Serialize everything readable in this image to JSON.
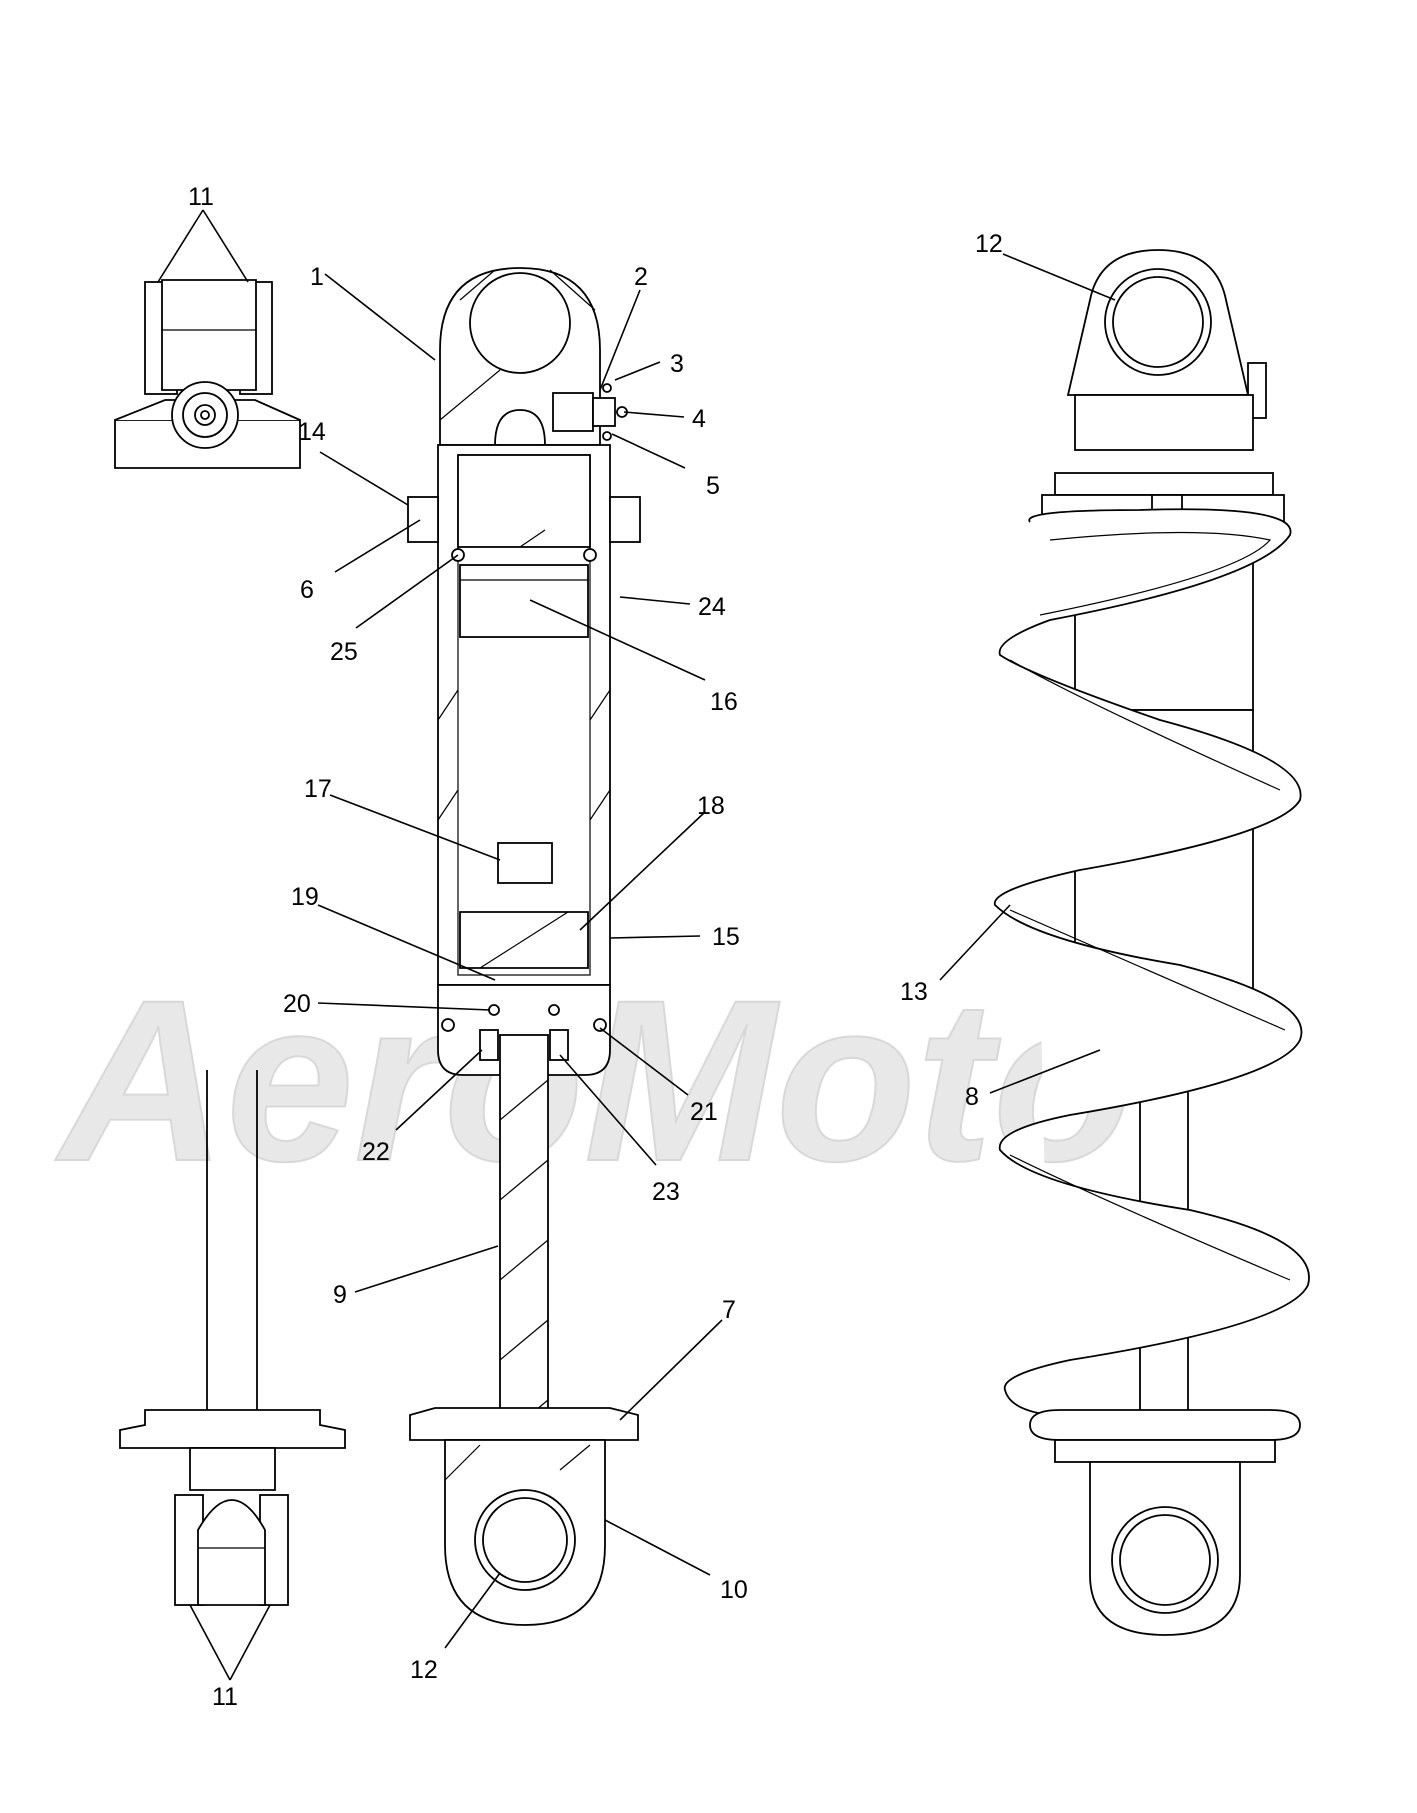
{
  "watermark": "AeroMoto",
  "callouts": [
    {
      "id": "c1",
      "text": "1"
    },
    {
      "id": "c2",
      "text": "2"
    },
    {
      "id": "c3",
      "text": "3"
    },
    {
      "id": "c4",
      "text": "4"
    },
    {
      "id": "c5",
      "text": "5"
    },
    {
      "id": "c6",
      "text": "6"
    },
    {
      "id": "c7",
      "text": "7"
    },
    {
      "id": "c8",
      "text": "8"
    },
    {
      "id": "c9",
      "text": "9"
    },
    {
      "id": "c10",
      "text": "10"
    },
    {
      "id": "c11a",
      "text": "11"
    },
    {
      "id": "c11b",
      "text": "11"
    },
    {
      "id": "c12a",
      "text": "12"
    },
    {
      "id": "c12b",
      "text": "12"
    },
    {
      "id": "c13",
      "text": "13"
    },
    {
      "id": "c14",
      "text": "14"
    },
    {
      "id": "c15",
      "text": "15"
    },
    {
      "id": "c16",
      "text": "16"
    },
    {
      "id": "c17",
      "text": "17"
    },
    {
      "id": "c18",
      "text": "18"
    },
    {
      "id": "c19",
      "text": "19"
    },
    {
      "id": "c20",
      "text": "20"
    },
    {
      "id": "c21",
      "text": "21"
    },
    {
      "id": "c22",
      "text": "22"
    },
    {
      "id": "c23",
      "text": "23"
    },
    {
      "id": "c24",
      "text": "24"
    },
    {
      "id": "c25",
      "text": "25"
    }
  ]
}
